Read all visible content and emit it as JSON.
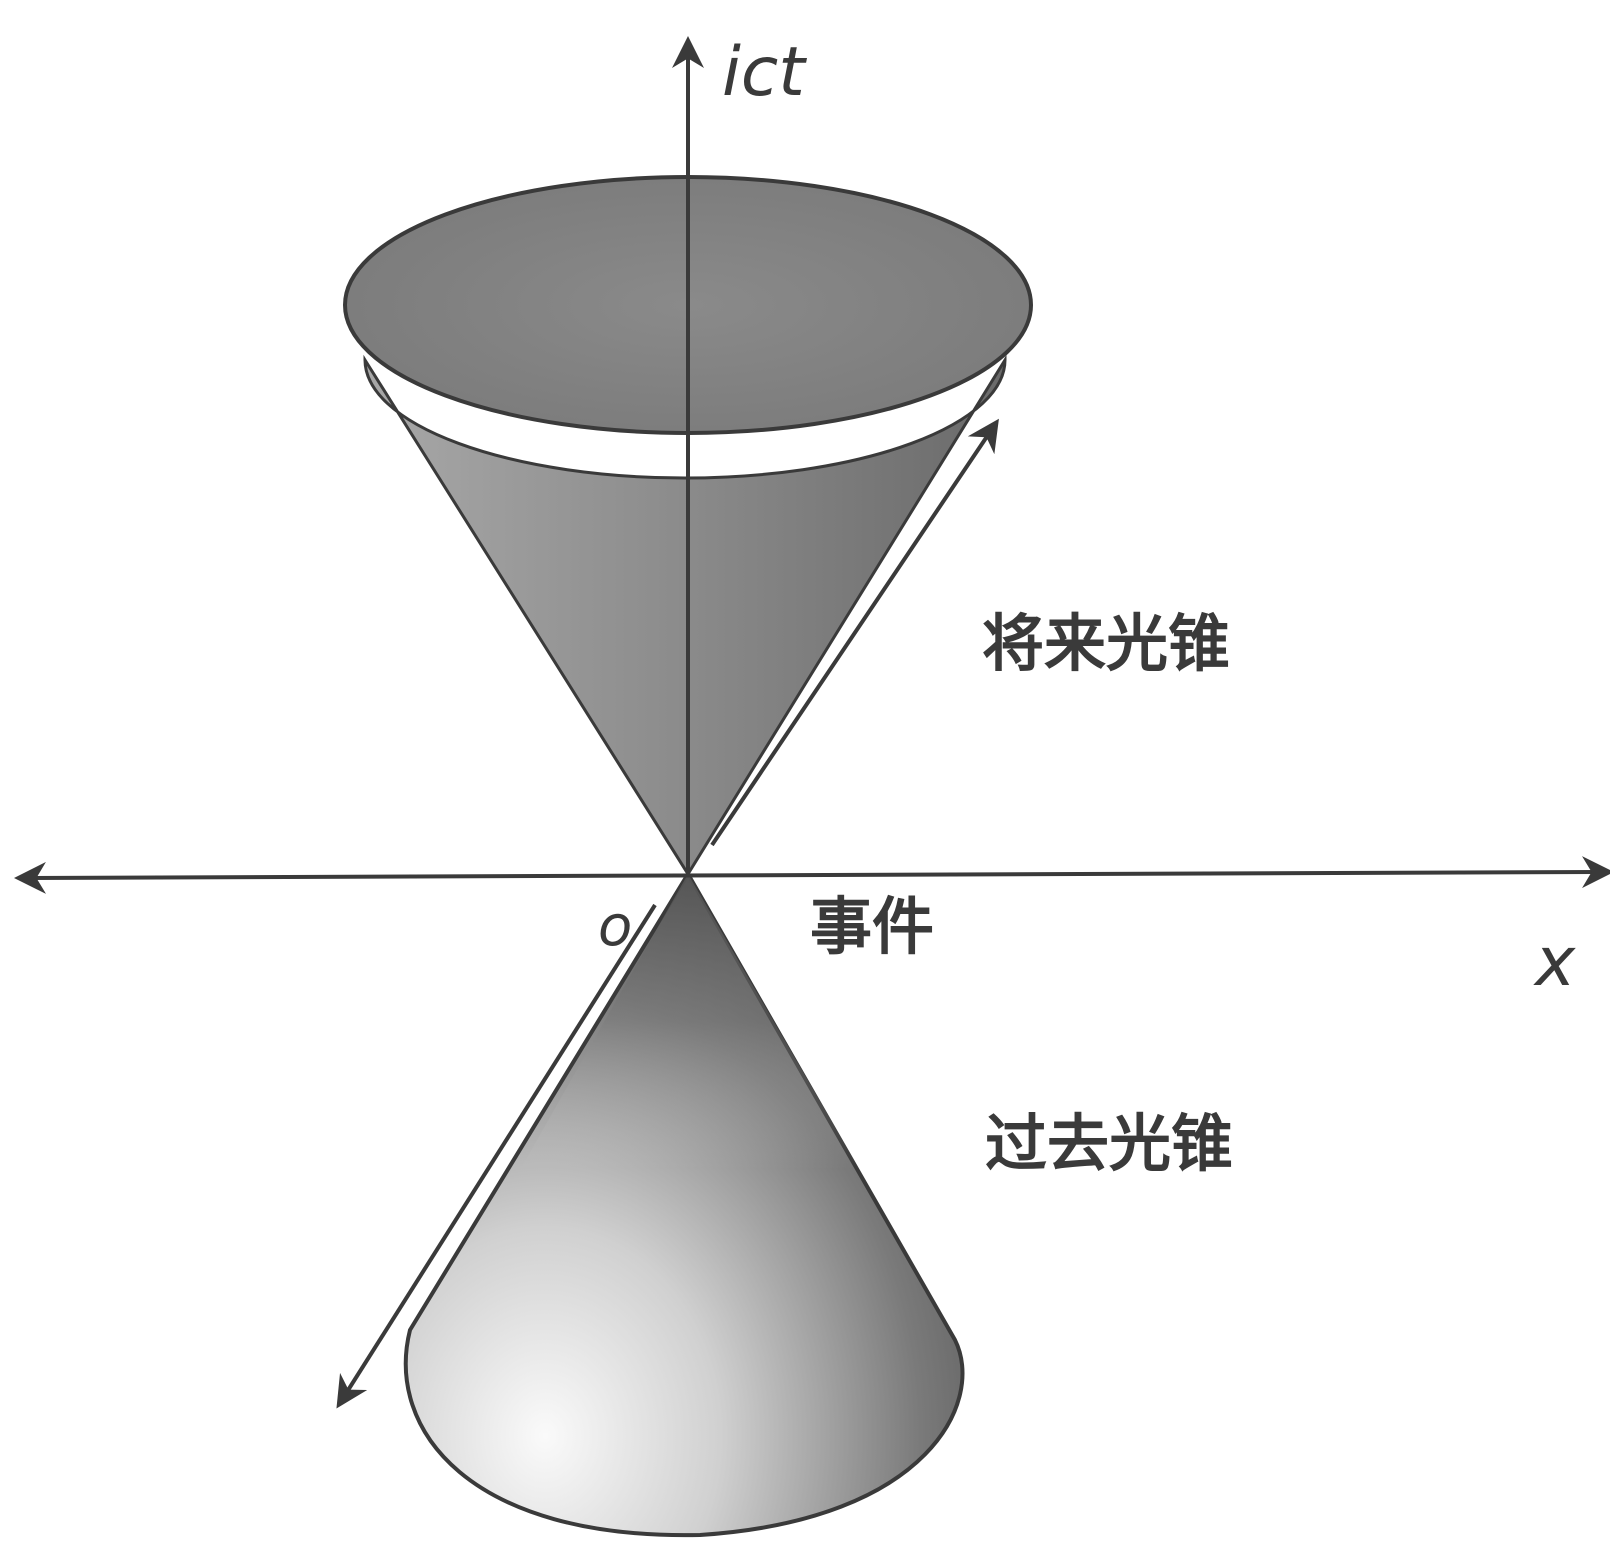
{
  "diagram": {
    "labels": {
      "time_axis": "ict",
      "space_axis": "x",
      "origin": "o",
      "event": "事件",
      "future_light_cone": "将来光锥",
      "past_light_cone": "过去光锥"
    },
    "colors": {
      "line": "#3a3a3a",
      "future_cone_top": "#8c8c8c",
      "future_cone_side_dark": "#6e6e6e",
      "past_cone_dark": "#5a5a5a",
      "past_cone_light": "#f2f2f2",
      "background": "#ffffff"
    }
  }
}
